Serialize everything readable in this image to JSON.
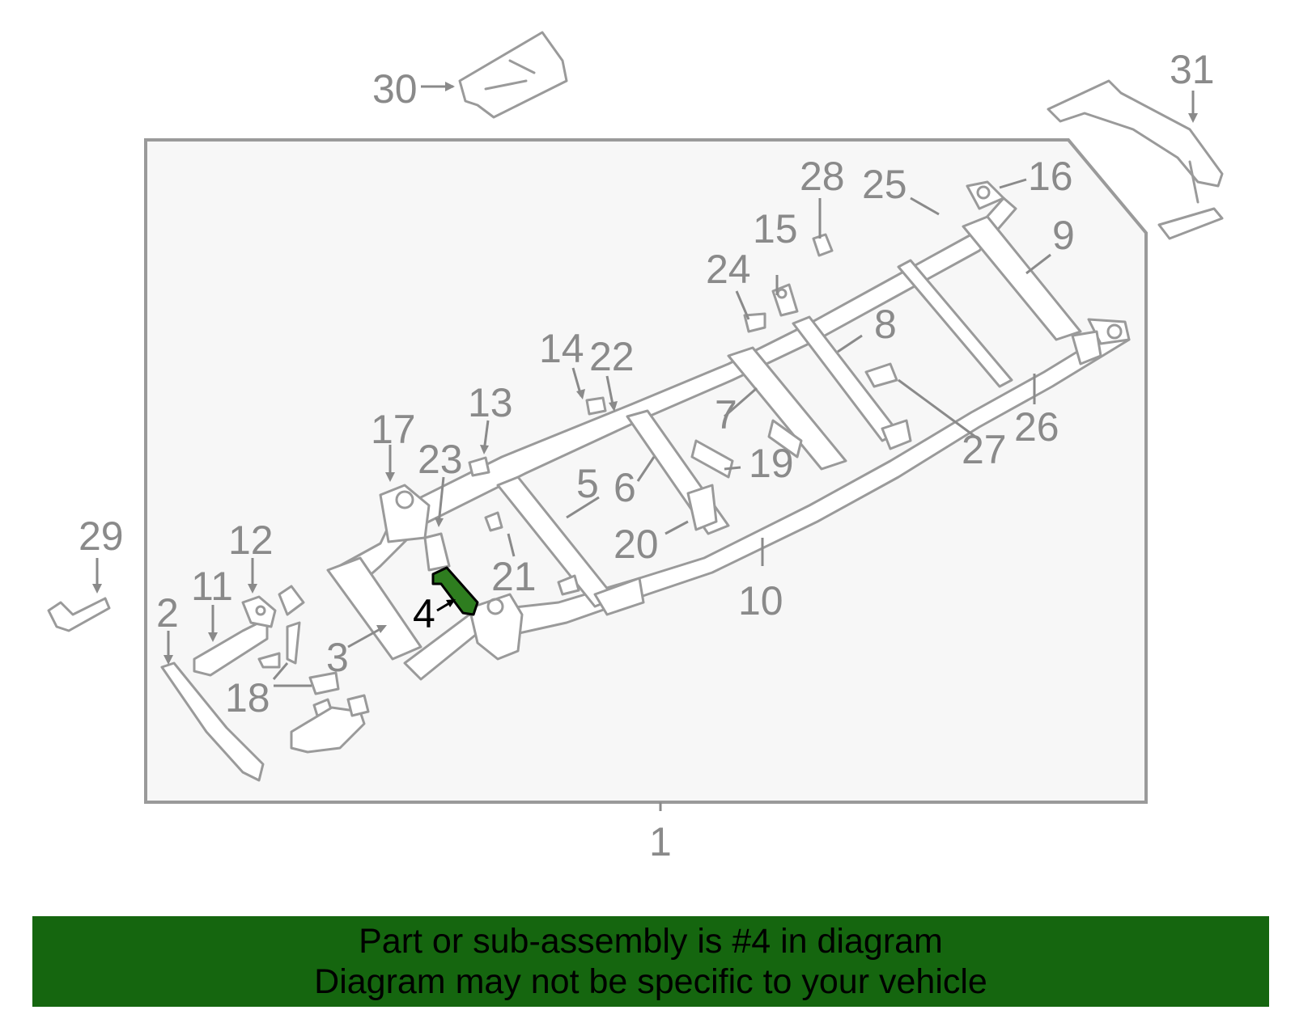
{
  "diagram": {
    "overall_label": "1",
    "highlighted_label": "4",
    "labels": [
      "2",
      "3",
      "5",
      "6",
      "7",
      "8",
      "9",
      "10",
      "11",
      "12",
      "13",
      "14",
      "15",
      "16",
      "17",
      "18",
      "19",
      "20",
      "21",
      "22",
      "23",
      "24",
      "25",
      "26",
      "27",
      "28",
      "29",
      "30",
      "31"
    ]
  },
  "banner": {
    "line1": "Part or sub-assembly is #4 in diagram",
    "line2": "Diagram may not be specific to your vehicle"
  },
  "colors": {
    "highlight": "#2e7d1f",
    "banner_bg": "#15660f",
    "line_gray": "#9a9a9a",
    "label_gray": "#8a8a8a",
    "panel_bg": "#f7f7f7"
  }
}
